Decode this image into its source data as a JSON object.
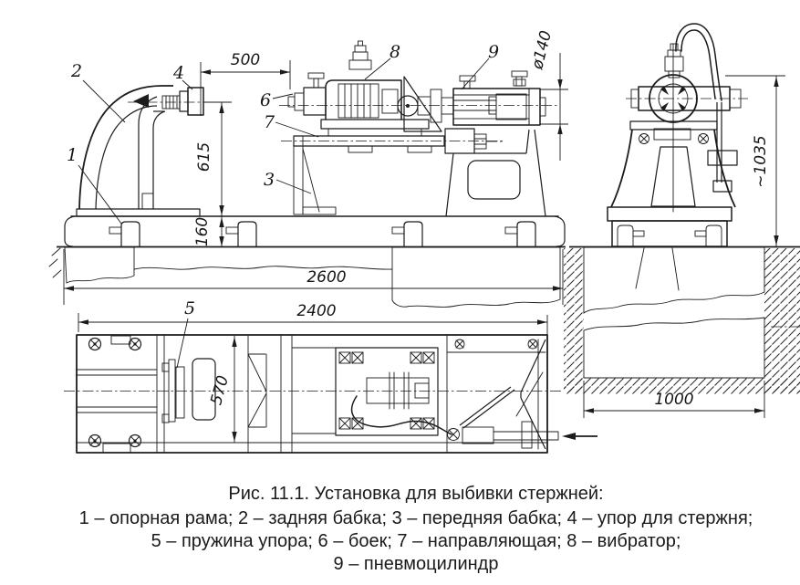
{
  "figure": {
    "caption": {
      "title": "Рис. 11.1. Установка для выбивки стержней:",
      "line2": "1 – опорная рама; 2 – задняя бабка; 3 – передняя бабка; 4 – упор для стержня;",
      "line3": "5 – пружина упора; 6 – боек; 7 – направляющая; 8 – вибратор;",
      "line4": "9 – пневмоцилиндр"
    },
    "dims": {
      "stop_gap": "500",
      "stop_height": "615",
      "frame_height": "160",
      "overall_length": "2600",
      "plan_length": "2400",
      "plan_width": "570",
      "pit_width": "1000",
      "cylinder_dia": "ø140",
      "overall_height": "~1035"
    },
    "callouts": [
      "1",
      "2",
      "3",
      "4",
      "5",
      "6",
      "7",
      "8",
      "9"
    ]
  }
}
